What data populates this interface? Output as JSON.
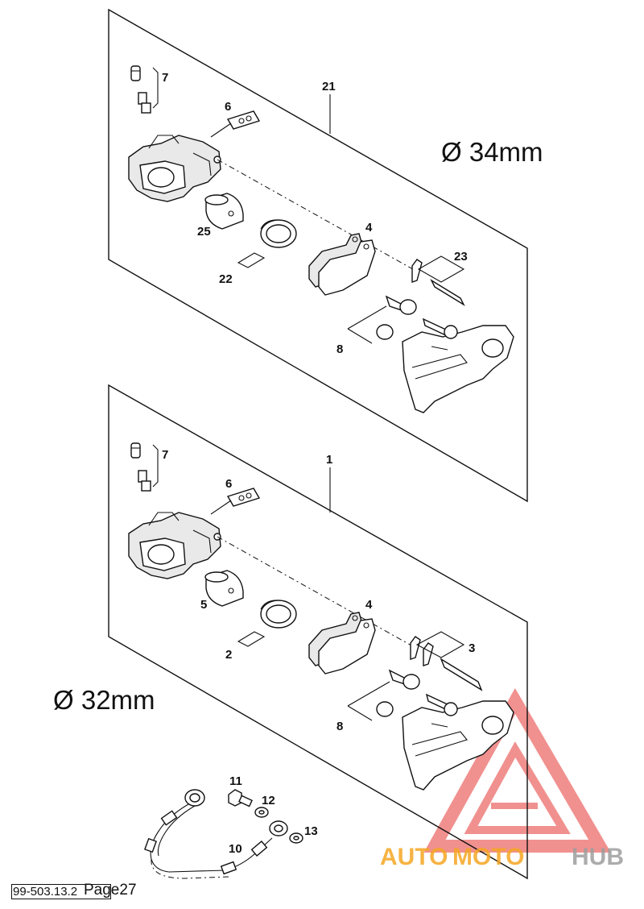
{
  "upper_assembly": {
    "diameter_label": "Ø 34mm",
    "callouts": {
      "assembly": "21",
      "bleeder": "7",
      "pad_spring": "6",
      "piston": "25",
      "seal": "22",
      "pads": "4",
      "pin": "23",
      "bushings": "8"
    }
  },
  "lower_assembly": {
    "diameter_label": "Ø 32mm",
    "callouts": {
      "assembly": "1",
      "bleeder": "7",
      "pad_spring": "6",
      "piston": "5",
      "seal": "2",
      "pads": "4",
      "pin": "3",
      "bushings": "8"
    }
  },
  "hose_callouts": {
    "banjo_bolt": "11",
    "washer_a": "12",
    "hose": "10",
    "washer_b": "13"
  },
  "footer": {
    "code": "99-503.13.2",
    "page": "Page27"
  },
  "watermark": {
    "text_auto": "AUTO",
    "text_moto": "MOTO",
    "text_hub": "HUB",
    "color_red": "#e53935",
    "color_orange": "#f5a623",
    "color_gray": "#9e9e9e"
  }
}
